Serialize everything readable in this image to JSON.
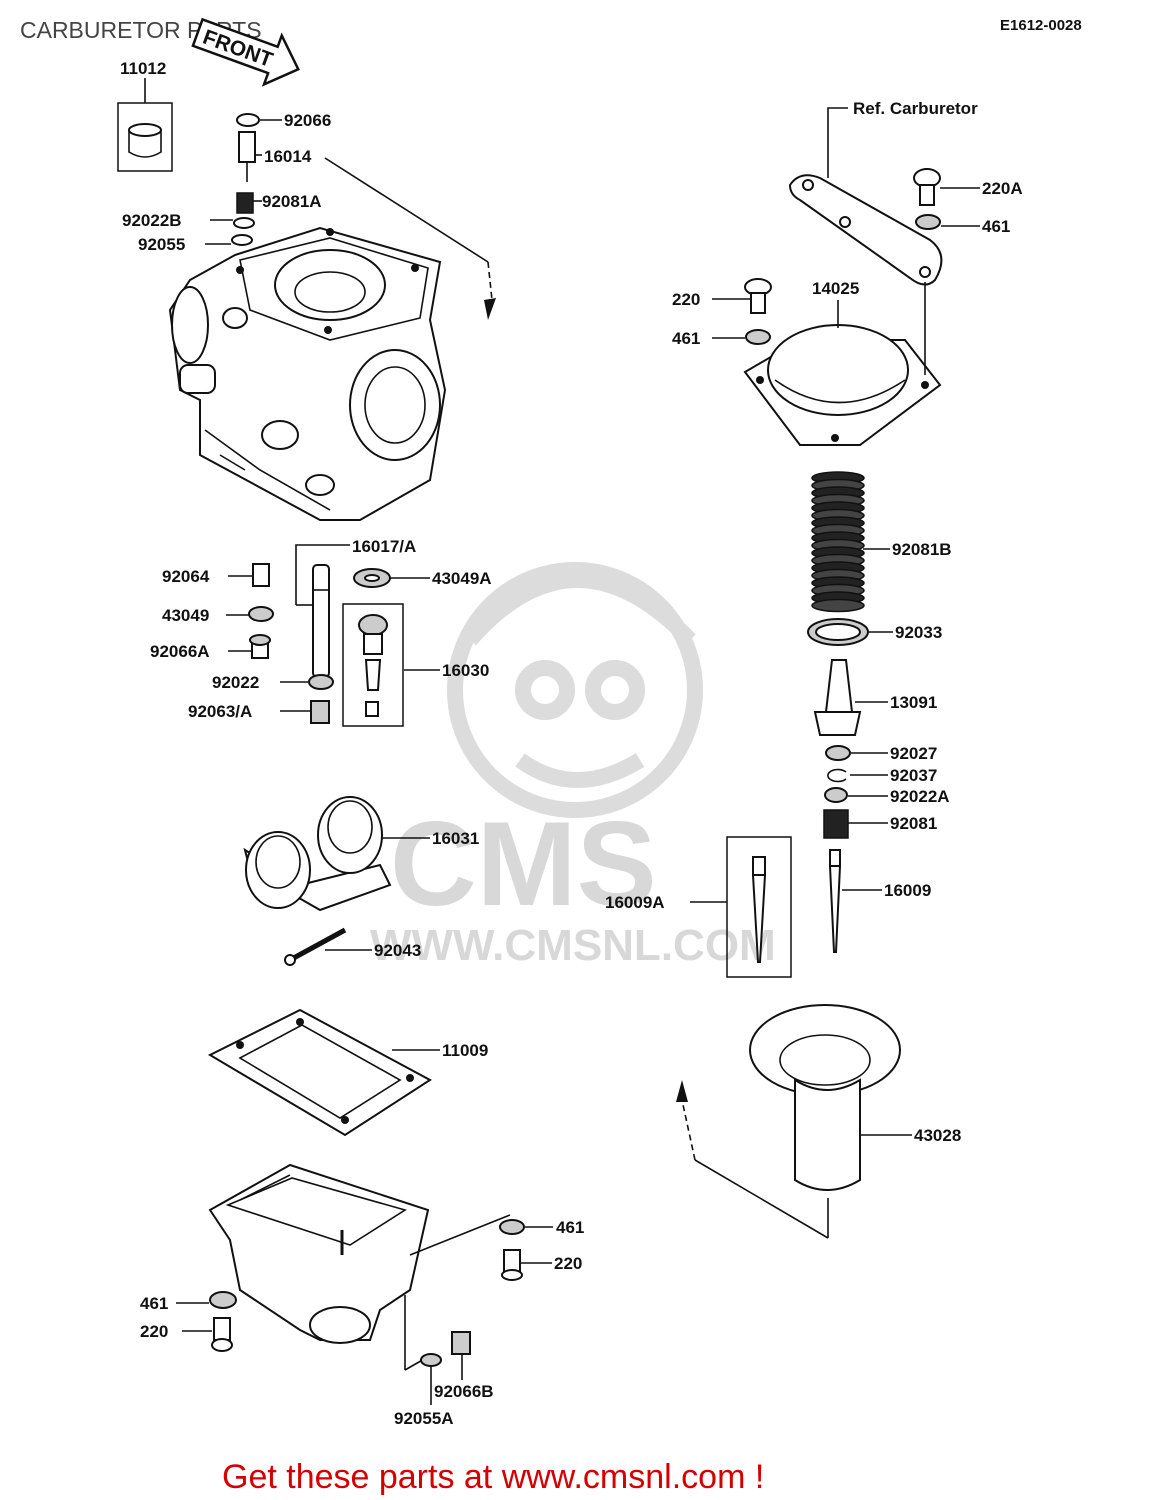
{
  "title": "CARBURETOR PARTS",
  "diagram_code": "E1612-0028",
  "front_label": "FRONT",
  "ref_label": "Ref.  Carburetor",
  "watermark": {
    "brand": "CMS",
    "url": "WWW.CMSNL.COM"
  },
  "footer": "Get these parts at www.cmsnl.com !",
  "colors": {
    "footer": "#d40000",
    "ink": "#111111",
    "watermark": "#d8d8d8"
  },
  "labels": {
    "p11012": "11012",
    "p92066": "92066",
    "p16014": "16014",
    "p92081A": "92081A",
    "p92022B": "92022B",
    "p92055": "92055",
    "p16017A": "16017/A",
    "p92064": "92064",
    "p43049A": "43049A",
    "p43049": "43049",
    "p92066A": "92066A",
    "p16030": "16030",
    "p92022": "92022",
    "p92063A": "92063/A",
    "p16031": "16031",
    "p92043": "92043",
    "p11009": "11009",
    "p461_right": "461",
    "p220_right": "220",
    "p461_left": "461",
    "p220_left": "220",
    "p92066B": "92066B",
    "p92055A": "92055A",
    "p220A": "220A",
    "p461_top": "461",
    "p220_top": "220",
    "p14025": "14025",
    "p461_top2": "461",
    "p92081B": "92081B",
    "p92033": "92033",
    "p13091": "13091",
    "p92027": "92027",
    "p92037": "92037",
    "p92022A": "92022A",
    "p92081": "92081",
    "p16009A": "16009A",
    "p16009": "16009",
    "p43028": "43028"
  }
}
